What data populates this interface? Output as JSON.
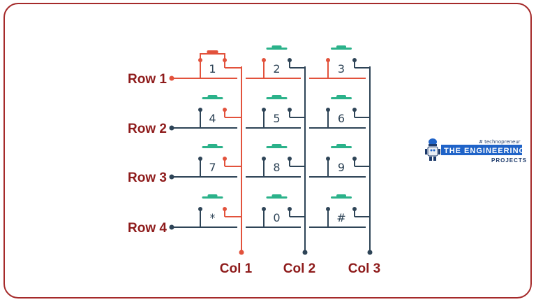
{
  "colors": {
    "frame": "#a52a2a",
    "active_wire": "#e2523c",
    "wire": "#2e4457",
    "button_cap": "#2bb28a",
    "label": "#8e1b1b",
    "logo_blue": "#1f63c8",
    "logo_dark": "#1d3a6b"
  },
  "keypad": {
    "rows": [
      "Row 1",
      "Row 2",
      "Row 3",
      "Row 4"
    ],
    "cols": [
      "Col 1",
      "Col 2",
      "Col 3"
    ],
    "keys": [
      [
        "1",
        "2",
        "3"
      ],
      [
        "4",
        "5",
        "6"
      ],
      [
        "7",
        "8",
        "9"
      ],
      [
        "*",
        "0",
        "#"
      ]
    ],
    "active_row": 0,
    "active_col": 0
  },
  "logo": {
    "tagline": "# technopreneur",
    "name": "THE ENGINEERING",
    "sub": "PROJECTS",
    "icon": "robot-icon"
  }
}
